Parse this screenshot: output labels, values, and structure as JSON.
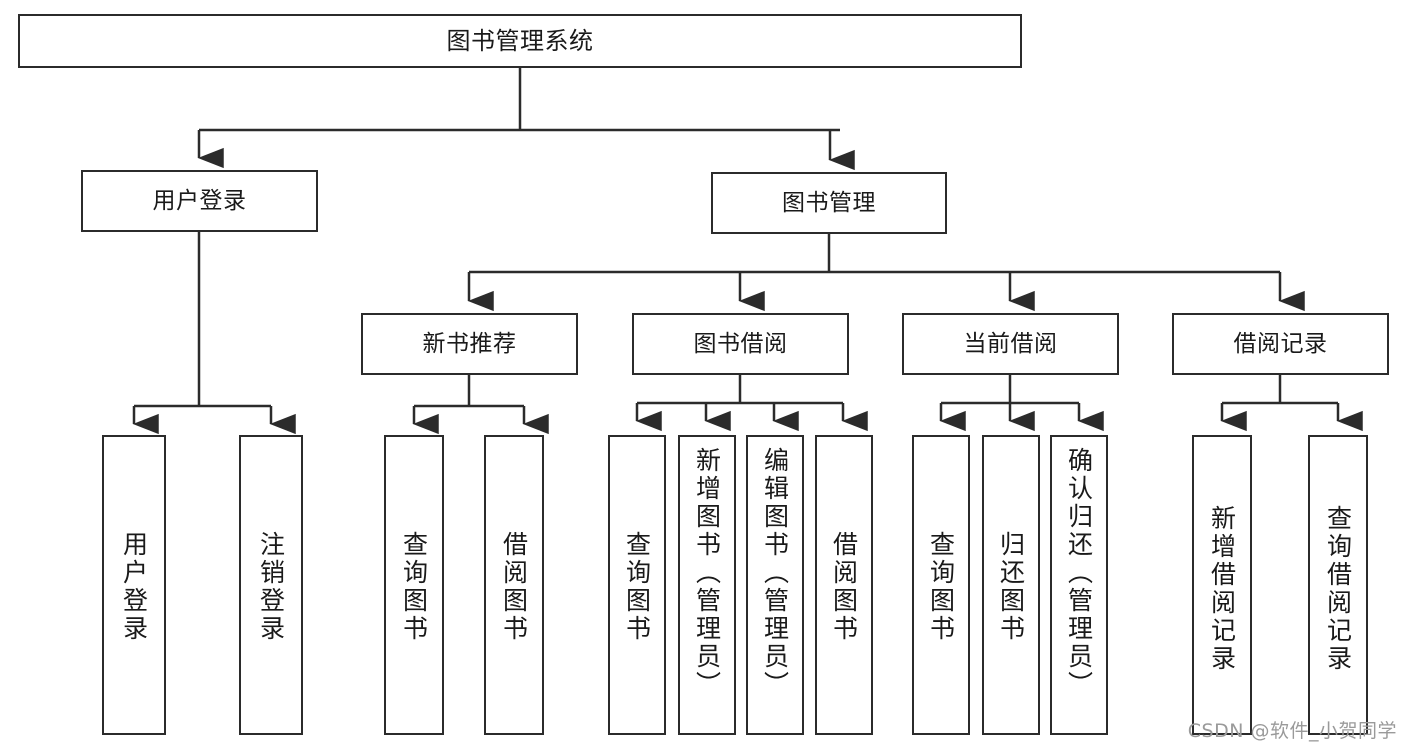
{
  "diagram": {
    "title": "图书管理系统",
    "type": "tree-hierarchy-chart",
    "colors": {
      "border": "#2b2b2b",
      "background": "#ffffff",
      "text": "#1a1a1a",
      "watermark": "#9a9a9a"
    },
    "nodes": {
      "root": {
        "label": "图书管理系统"
      },
      "level2": [
        {
          "label": "用户登录"
        },
        {
          "label": "图书管理"
        }
      ],
      "level3": [
        {
          "label": "新书推荐"
        },
        {
          "label": "图书借阅"
        },
        {
          "label": "当前借阅"
        },
        {
          "label": "借阅记录"
        }
      ],
      "leaves": {
        "user_login": [
          {
            "label": "用户登录"
          },
          {
            "label": "注销登录"
          }
        ],
        "new_book_recommend": [
          {
            "label": "查询图书"
          },
          {
            "label": "借阅图书"
          }
        ],
        "book_borrow": [
          {
            "label": "查询图书"
          },
          {
            "label": "新增图书（管理员）"
          },
          {
            "label": "编辑图书（管理员）"
          },
          {
            "label": "借阅图书"
          }
        ],
        "current_borrow": [
          {
            "label": "查询图书"
          },
          {
            "label": "归还图书"
          },
          {
            "label": "确认归还（管理员）"
          }
        ],
        "borrow_record": [
          {
            "label": "新增借阅记录"
          },
          {
            "label": "查询借阅记录"
          }
        ]
      }
    },
    "watermark": "CSDN @软件_小贺同学"
  }
}
